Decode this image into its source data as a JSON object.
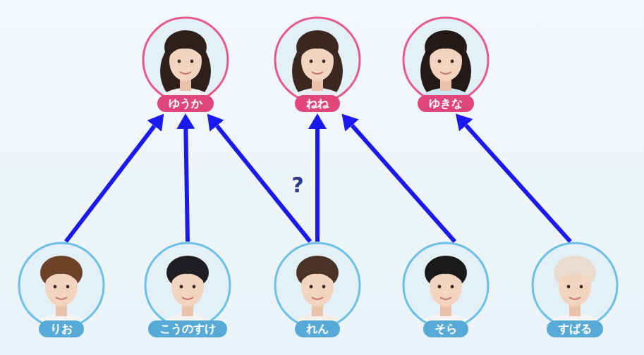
{
  "diagram": {
    "nodes": [
      {
        "text": [
          "ゆうか"
        ]
      },
      {
        "text": [
          "ねね"
        ]
      },
      {
        "text": [
          "ゆきな"
        ]
      },
      {
        "text": [
          "りお"
        ]
      },
      {
        "text": [
          "こうのすけ"
        ]
      },
      {
        "text": [
          "れん"
        ]
      },
      {
        "text": [
          "そら"
        ]
      },
      {
        "text": [
          "すばる"
        ]
      }
    ],
    "edges": [
      {
        "from": 3,
        "to": 0,
        "arrow": "to"
      },
      {
        "from": 4,
        "to": 0,
        "arrow": "to"
      },
      {
        "from": 5,
        "to": 0,
        "arrow": "to"
      },
      {
        "from": 5,
        "to": 1,
        "arrow": "to",
        "label": "?"
      },
      {
        "from": 6,
        "to": 1,
        "arrow": "to"
      },
      {
        "from": 7,
        "to": 2,
        "arrow": "to"
      }
    ]
  }
}
